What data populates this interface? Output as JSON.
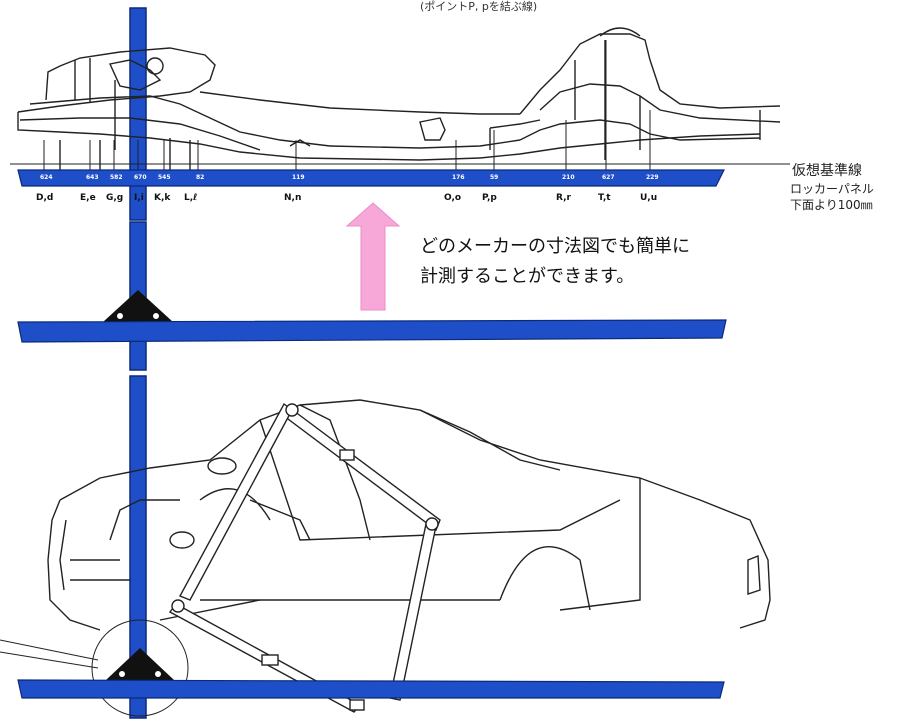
{
  "header_caption": "(ポイントP, pを結ぶ線)",
  "reference_line": {
    "title": "仮想基準線",
    "note_line1": "ロッカーパネル",
    "note_line2": "下面より100㎜"
  },
  "note": {
    "line1": "どのメーカーの寸法図でも簡単に",
    "line2": "計測することができます。"
  },
  "measurements": [
    "624",
    "643",
    "582",
    "670",
    "545",
    "82",
    "119",
    "176",
    "59",
    "210",
    "627",
    "229"
  ],
  "point_labels": [
    "D,d",
    "E,e",
    "G,g",
    "I,i",
    "K,k",
    "L,ℓ",
    "N,n",
    "O,o",
    "P,p",
    "R,r",
    "T,t",
    "U,u"
  ],
  "colors": {
    "gauge_blue": "#1f4fc8",
    "arrow_pink": "#f7a8d8",
    "line": "#222222"
  }
}
